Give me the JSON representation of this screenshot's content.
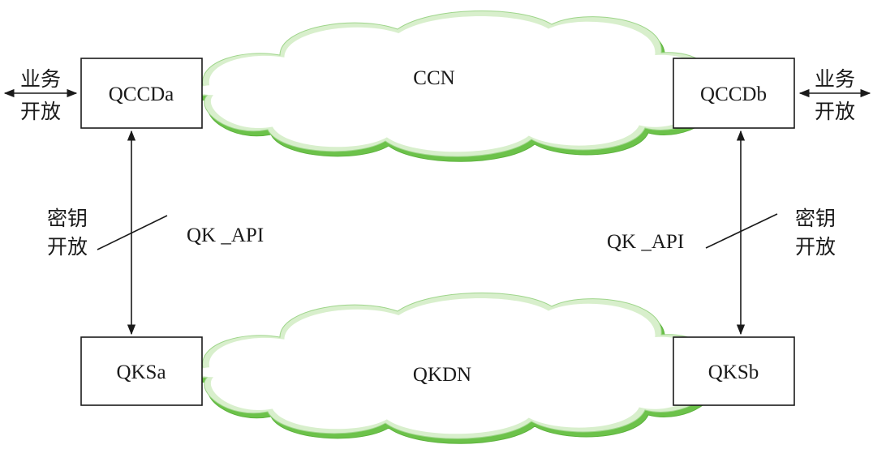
{
  "nodes": {
    "qccda": "QCCDa",
    "qccdb": "QCCDb",
    "qksa": "QKSa",
    "qksb": "QKSb"
  },
  "clouds": {
    "top": "CCN",
    "bottom": "QKDN"
  },
  "side_labels": {
    "left_business": [
      "业务",
      "开放"
    ],
    "right_business": [
      "业务",
      "开放"
    ],
    "left_key": [
      "密钥",
      "开放"
    ],
    "right_key": [
      "密钥",
      "开放"
    ]
  },
  "interface_labels": {
    "left": "QK _API",
    "right": "QK _API"
  },
  "colors": {
    "cloud_green": "#6cc24a",
    "cloud_light": "#c4e6b4",
    "line": "#1a1a1a"
  }
}
